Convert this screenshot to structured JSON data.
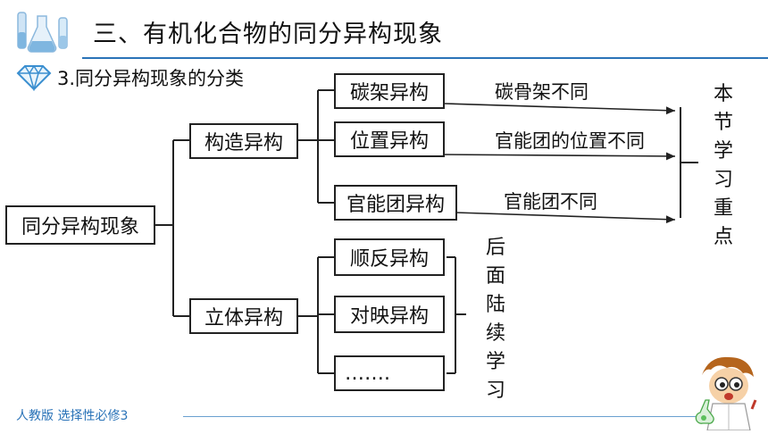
{
  "header": {
    "title": "三、有机化合物的同分异构现象",
    "icon": "lab-flasks-icon",
    "accent_color": "#2a73b8"
  },
  "subtitle": {
    "icon": "diamond-icon",
    "text": "3.同分异构现象的分类"
  },
  "diagram": {
    "root": "同分异构现象",
    "branches": [
      {
        "label": "构造异构",
        "children": [
          {
            "label": "碳架异构",
            "note": "碳骨架不同"
          },
          {
            "label": "位置异构",
            "note": "官能团的位置不同"
          },
          {
            "label": "官能团异构",
            "note": "官能团不同"
          }
        ],
        "group_note": "本节学习重点"
      },
      {
        "label": "立体异构",
        "children": [
          {
            "label": "顺反异构"
          },
          {
            "label": "对映异构"
          },
          {
            "label": "……."
          }
        ],
        "group_note": "后面陆续学习"
      }
    ]
  },
  "footer": {
    "text": "人教版 选择性必修3",
    "mascot": "scientist-mascot-icon"
  }
}
